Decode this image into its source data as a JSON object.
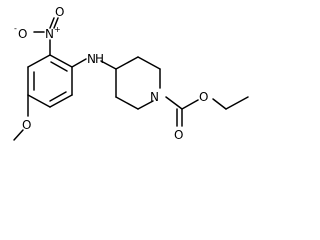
{
  "molecule": {
    "atoms": {
      "nitro_o_top": "O",
      "nitro_n": "N",
      "nitro_n_charge": "+",
      "nitro_o_left": "O",
      "nitro_o_charge": "-",
      "amine_n": "N",
      "amine_h": "H",
      "methoxy_o": "O",
      "piperidine_n": "N",
      "carbonyl_o": "O",
      "ester_o": "O"
    }
  }
}
